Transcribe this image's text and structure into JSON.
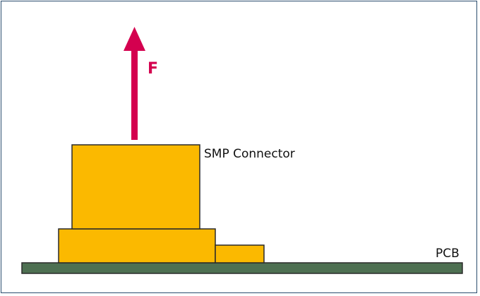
{
  "diagram": {
    "force_label": "F",
    "connector_label": "SMP Connector",
    "pcb_label": "PCB"
  },
  "colors": {
    "frame": "#2b4d6e",
    "connector_fill": "#fbb900",
    "connector_stroke": "#2a2a2a",
    "pcb_fill": "#4e7052",
    "force_arrow": "#d4004f"
  }
}
